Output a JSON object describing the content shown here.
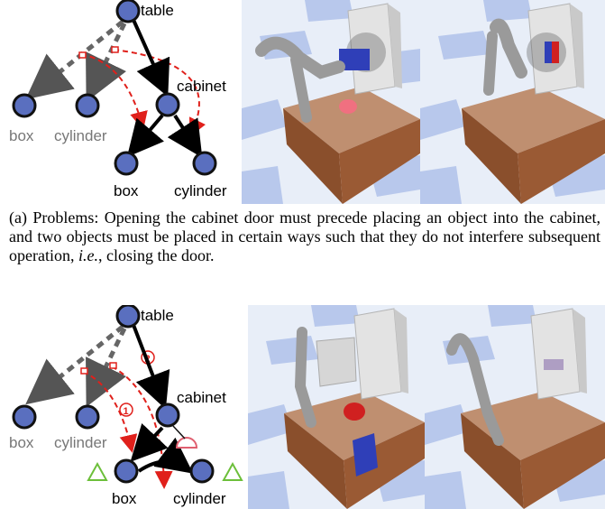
{
  "panel_a": {
    "graph": {
      "root_label": "table",
      "cabinet_label": "cabinet",
      "left_box_label": "box",
      "left_cylinder_label": "cylinder",
      "child_box_label": "box",
      "child_cylinder_label": "cylinder"
    },
    "caption": {
      "prefix": "(a) Problems: Opening the cabinet door must precede placing an object into the cabinet, and two objects must be placed in certain ways such that they do not interfere subsequent operation,",
      "ie": "i.e.",
      "suffix": ", closing the door."
    }
  },
  "panel_b": {
    "graph": {
      "root_label": "table",
      "cabinet_label": "cabinet",
      "left_box_label": "box",
      "left_cylinder_label": "cylinder",
      "child_box_label": "box",
      "child_cylinder_label": "cylinder",
      "step_1": "1",
      "step_2": "2"
    }
  },
  "colors": {
    "node_fill": "#5a6fbf",
    "node_stroke": "#111111",
    "dashed_gray": "#666666",
    "dashed_red": "#e0201b",
    "triangle_green": "#6cbf3a",
    "semicircle_red": "#e06070",
    "floor_blue": "#b8c8ec",
    "table_brown": "#9a5a34"
  }
}
